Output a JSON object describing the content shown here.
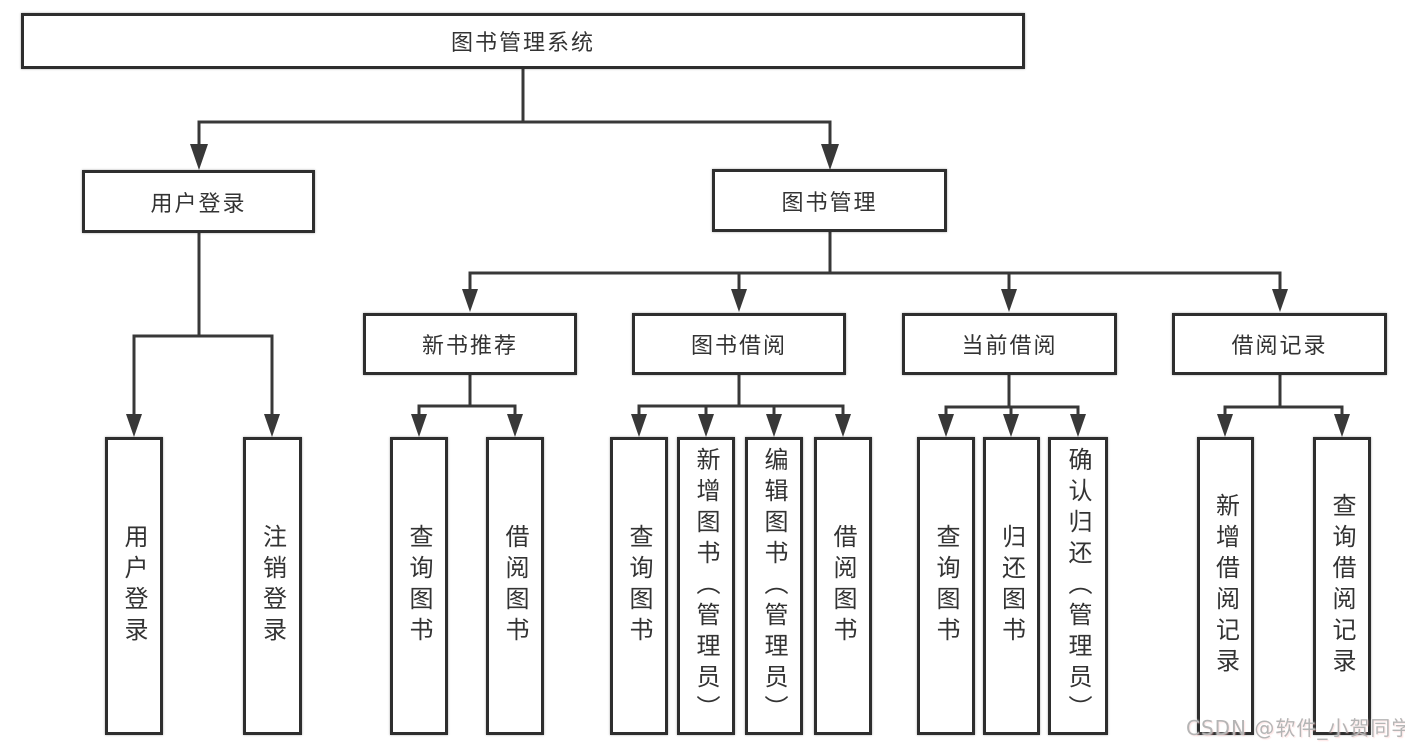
{
  "diagram": {
    "title_node": {
      "label": "图书管理系统"
    },
    "level2": [
      {
        "id": "user-login",
        "label": "用户登录"
      },
      {
        "id": "book-management",
        "label": "图书管理"
      }
    ],
    "level3": [
      {
        "id": "new-book-recommendation",
        "parent": "book-management",
        "label": "新书推荐"
      },
      {
        "id": "book-borrowing",
        "parent": "book-management",
        "label": "图书借阅"
      },
      {
        "id": "current-borrowing",
        "parent": "book-management",
        "label": "当前借阅"
      },
      {
        "id": "borrowing-records",
        "parent": "book-management",
        "label": "借阅记录"
      }
    ],
    "leaves": [
      {
        "parent": "user-login",
        "label": "用户登录"
      },
      {
        "parent": "user-login",
        "label": "注销登录"
      },
      {
        "parent": "new-book-recommendation",
        "label": "查询图书"
      },
      {
        "parent": "new-book-recommendation",
        "label": "借阅图书"
      },
      {
        "parent": "book-borrowing",
        "label": "查询图书"
      },
      {
        "parent": "book-borrowing",
        "label": "新增图书（管理员）"
      },
      {
        "parent": "book-borrowing",
        "label": "编辑图书（管理员）"
      },
      {
        "parent": "book-borrowing",
        "label": "借阅图书"
      },
      {
        "parent": "current-borrowing",
        "label": "查询图书"
      },
      {
        "parent": "current-borrowing",
        "label": "归还图书"
      },
      {
        "parent": "current-borrowing",
        "label": "确认归还（管理员）"
      },
      {
        "parent": "borrowing-records",
        "label": "新增借阅记录"
      },
      {
        "parent": "borrowing-records",
        "label": "查询借阅记录"
      }
    ]
  },
  "watermark": {
    "text": "CSDN @软件_小贺同学"
  },
  "colors": {
    "background": "#ffffff",
    "line": "#383838",
    "box_border": "#2e2e2e",
    "text": "#333333",
    "watermark": "#b5b5b5"
  }
}
